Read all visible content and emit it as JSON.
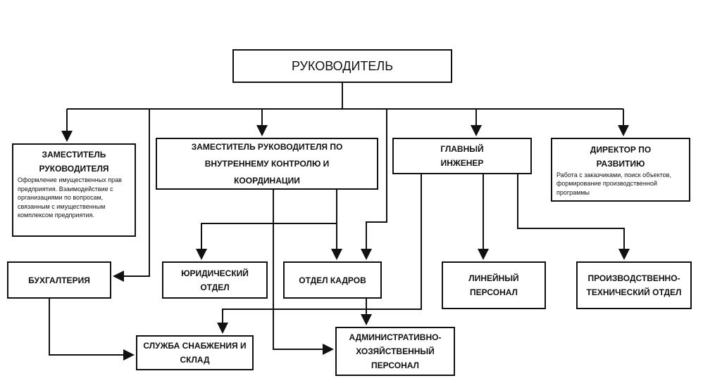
{
  "root": {
    "title": "РУКОВОДИТЕЛЬ"
  },
  "deputy": {
    "title": "ЗАМЕСТИТЕЛЬ РУКОВОДИТЕЛЯ",
    "desc": "Оформление имущественных прав предприятия. Взаимодействие с организациями по вопросам, связанным с имущественным комплексом предприятия."
  },
  "deputy_control": {
    "title": "ЗАМЕСТИТЕЛЬ РУКОВОДИТЕЛЯ ПО ВНУТРЕННЕМУ КОНТРОЛЮ И КООРДИНАЦИИ"
  },
  "chief_engineer": {
    "title": "ГЛАВНЫЙ ИНЖЕНЕР"
  },
  "dev_director": {
    "title": "ДИРЕКТОР ПО РАЗВИТИЮ",
    "desc": "Работа с заказчиками, поиск объектов, формирование производственной программы"
  },
  "accounting": {
    "title": "БУХГАЛТЕРИЯ"
  },
  "legal": {
    "title": "ЮРИДИЧЕСКИЙ ОТДЕЛ"
  },
  "hr": {
    "title": "ОТДЕЛ КАДРОВ"
  },
  "line_staff": {
    "title": "ЛИНЕЙНЫЙ ПЕРСОНАЛ"
  },
  "prod_tech": {
    "title": "ПРОИЗВОДСТВЕННО-ТЕХНИЧЕСКИЙ ОТДЕЛ"
  },
  "supply": {
    "title": "СЛУЖБА СНАБЖЕНИЯ И СКЛАД"
  },
  "admin": {
    "title": "АДМИНИСТРАТИВНО-ХОЗЯЙСТВЕННЫЙ ПЕРСОНАЛ"
  }
}
